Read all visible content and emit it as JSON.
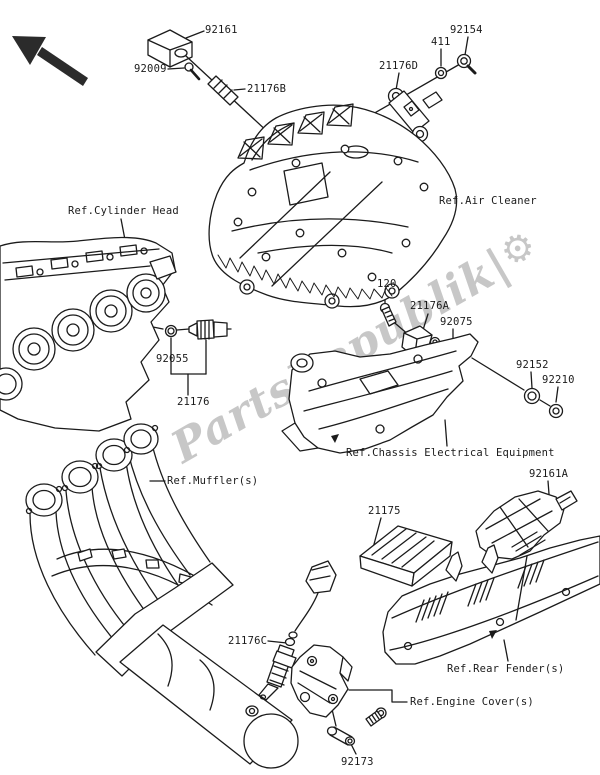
{
  "diagram": {
    "type": "exploded-parts-diagram",
    "watermark": {
      "text": "PartsRepublik",
      "separator": "|",
      "gear_glyph": "⚙",
      "color": "#c7c7c7"
    },
    "line_color": "#1b1b1b",
    "part_labels": [
      "92161",
      "92009",
      "21176B",
      "411",
      "92154",
      "21176D",
      "120",
      "21176A",
      "92075",
      "92055",
      "21176",
      "92152",
      "92210",
      "21175",
      "92161A",
      "21176C",
      "92173"
    ],
    "ref_labels": [
      "Ref.Cylinder Head",
      "Ref.Air Cleaner",
      "Ref.Chassis Electrical Equipment",
      "Ref.Muffler(s)",
      "Ref.Rear Fender(s)",
      "Ref.Engine Cover(s)"
    ]
  }
}
